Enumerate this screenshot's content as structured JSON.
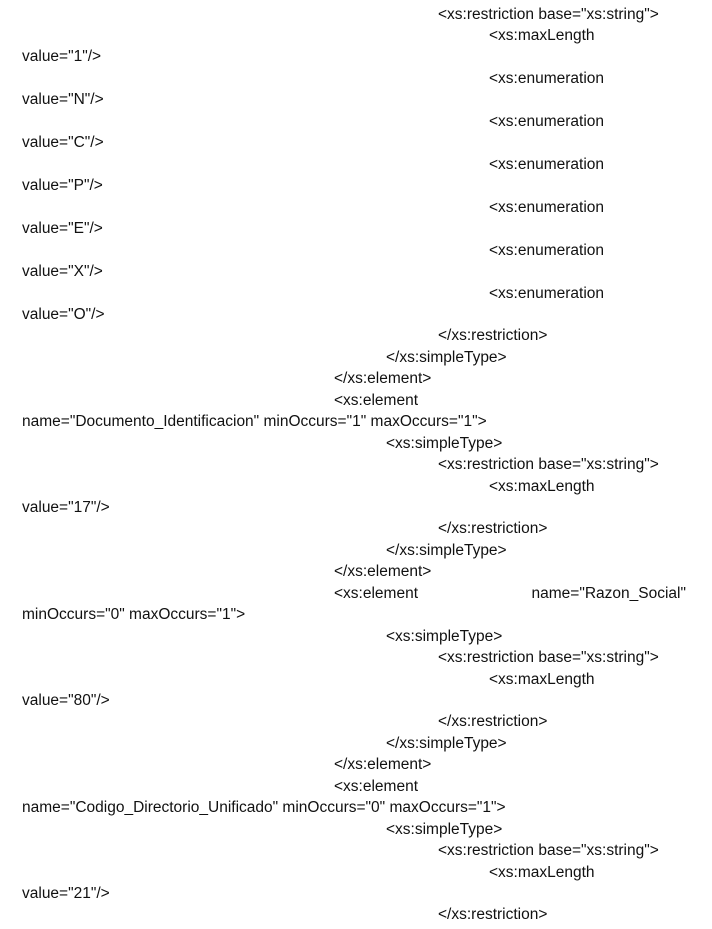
{
  "lines": [
    "<xs:restriction base=\"xs:string\">",
    "<xs:maxLength",
    "value=\"1\"/>",
    "<xs:enumeration",
    "value=\"N\"/>",
    "<xs:enumeration",
    "value=\"C\"/>",
    "<xs:enumeration",
    "value=\"P\"/>",
    "<xs:enumeration",
    "value=\"E\"/>",
    "<xs:enumeration",
    "value=\"X\"/>",
    "<xs:enumeration",
    "value=\"O\"/>",
    "</xs:restriction>",
    "</xs:simpleType>",
    "</xs:element>",
    "<xs:element",
    "name=\"Documento_Identificacion\" minOccurs=\"1\" maxOccurs=\"1\">",
    "<xs:simpleType>",
    "<xs:restriction base=\"xs:string\">",
    "<xs:maxLength",
    "value=\"17\"/>",
    "</xs:restriction>",
    "</xs:simpleType>",
    "</xs:element>",
    "<xs:element",
    "name=\"Razon_Social\"",
    "minOccurs=\"0\" maxOccurs=\"1\">",
    "<xs:simpleType>",
    "<xs:restriction base=\"xs:string\">",
    "<xs:maxLength",
    "value=\"80\"/>",
    "</xs:restriction>",
    "</xs:simpleType>",
    "</xs:element>",
    "<xs:element",
    "name=\"Codigo_Directorio_Unificado\" minOccurs=\"0\" maxOccurs=\"1\">",
    "<xs:simpleType>",
    "<xs:restriction base=\"xs:string\">",
    "<xs:maxLength",
    "value=\"21\"/>",
    "</xs:restriction>"
  ]
}
